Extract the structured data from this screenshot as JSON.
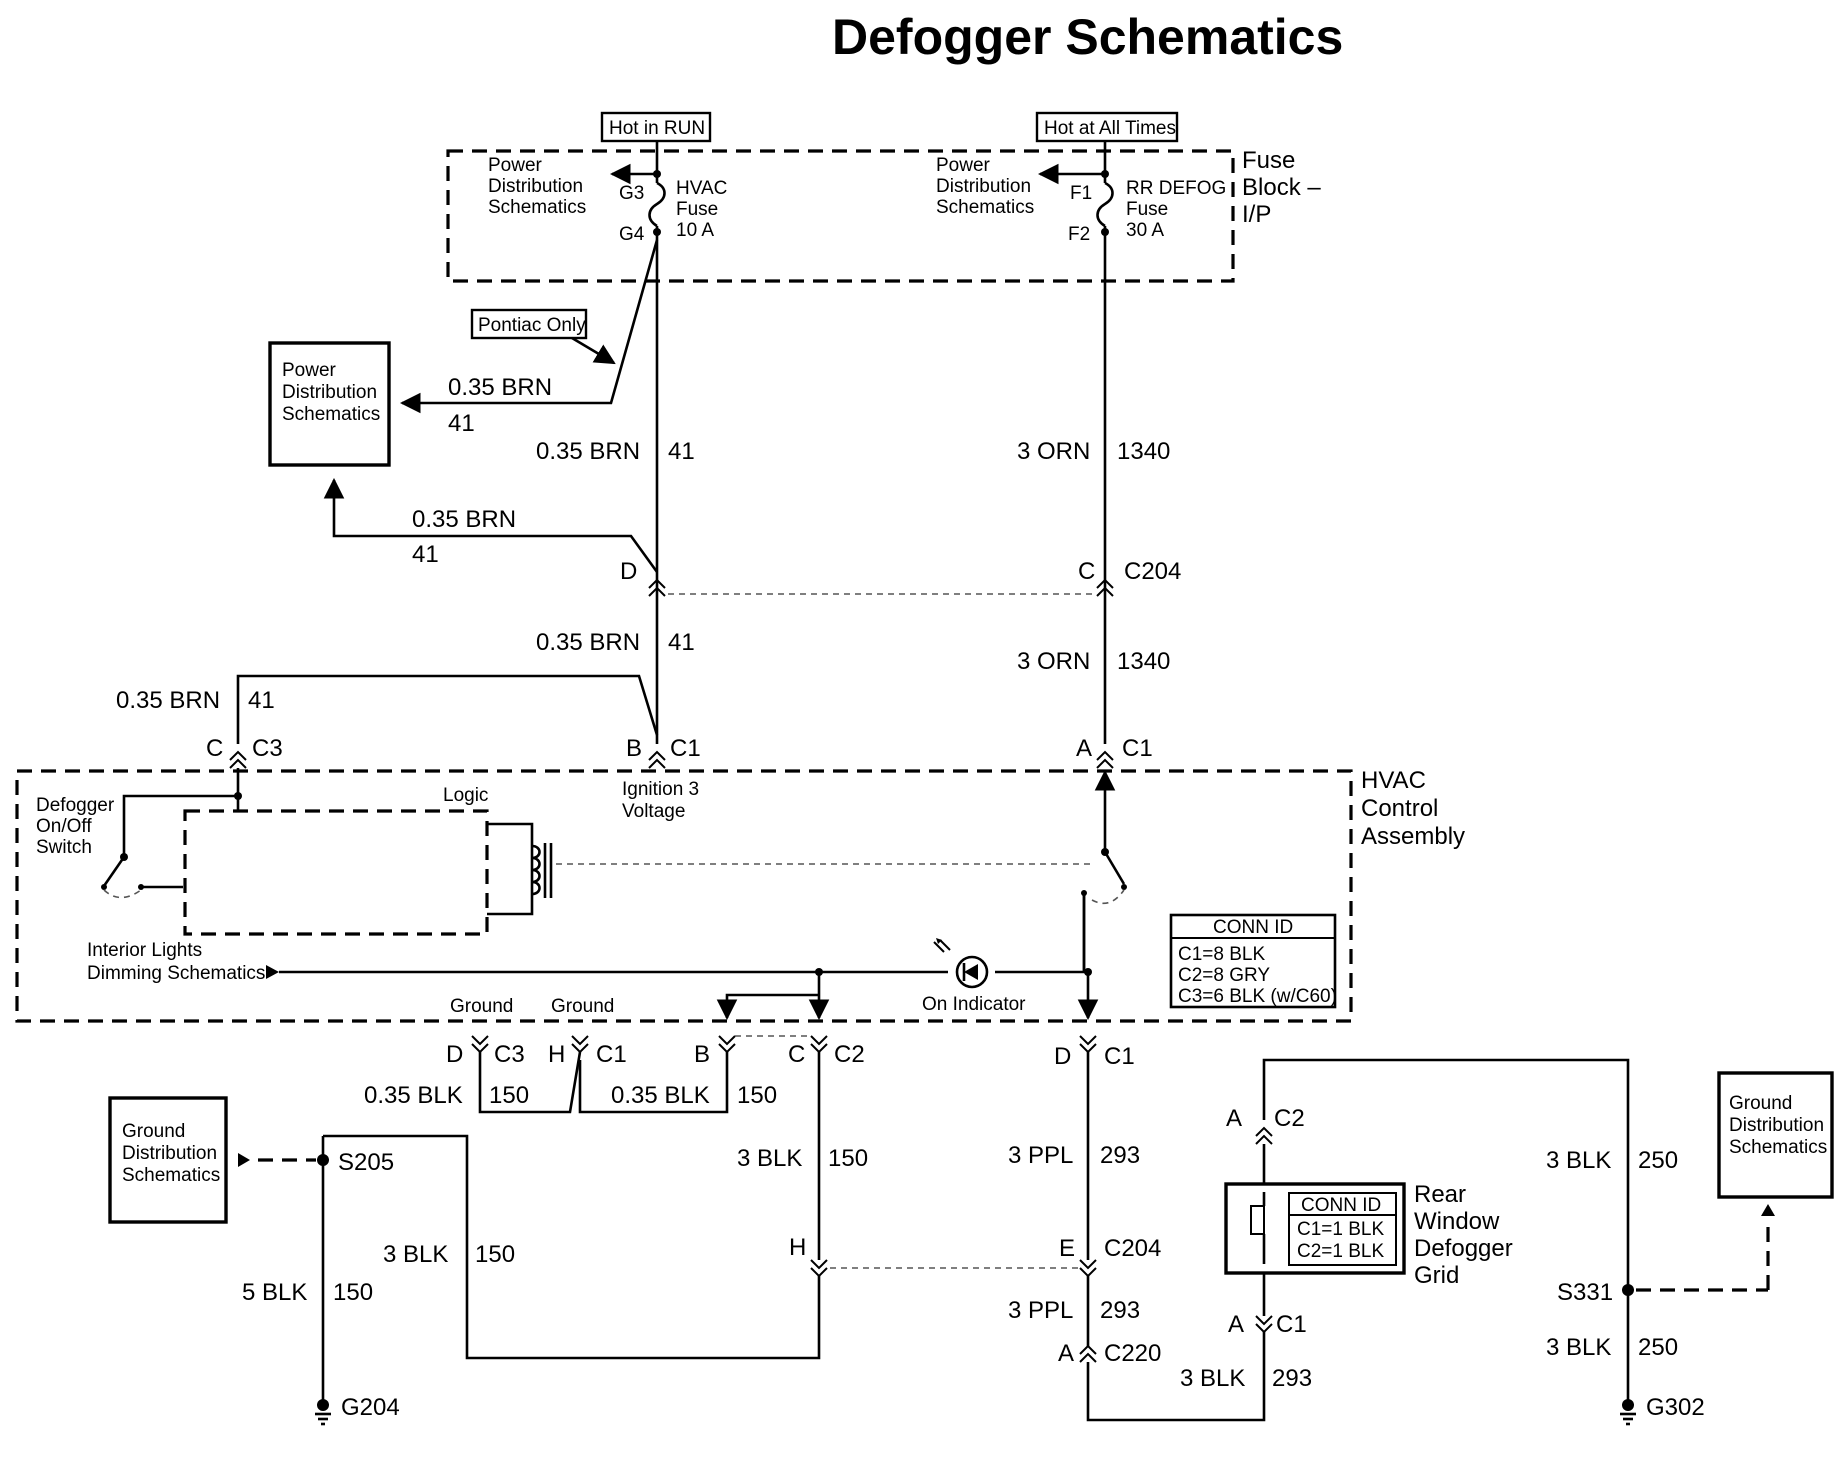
{
  "title": "Defogger Schematics",
  "top_labels": {
    "hot_in_run": "Hot in RUN",
    "hot_at_all_times": "Hot at All Times",
    "pontiac_only": "Pontiac Only"
  },
  "fuse_block": {
    "label": [
      "Fuse",
      "Block –",
      "I/P"
    ],
    "left_fuse": {
      "pds": [
        "Power",
        "Distribution",
        "Schematics"
      ],
      "pin_top": "G3",
      "pin_bottom": "G4",
      "name": [
        "HVAC",
        "Fuse",
        "10 A"
      ]
    },
    "right_fuse": {
      "pds": [
        "Power",
        "Distribution",
        "Schematics"
      ],
      "pin_top": "F1",
      "pin_bottom": "F2",
      "name": [
        "RR DEFOG",
        "Fuse",
        "30 A"
      ]
    }
  },
  "pds_box": [
    "Power",
    "Distribution",
    "Schematics"
  ],
  "wires": {
    "brn_gauge": "0.35 BRN",
    "brn_circuit": "41",
    "orn_gauge": "3 ORN",
    "orn_circuit": "1340",
    "blk035_gauge": "0.35 BLK",
    "blk_circuit_150": "150",
    "blk3_gauge": "3 BLK",
    "blk5_gauge": "5 BLK",
    "ppl_gauge": "3 PPL",
    "ppl_circuit": "293",
    "circuit_250": "250",
    "circuit_293": "293"
  },
  "connectors": {
    "c204": "C204",
    "c1": "C1",
    "c2": "C2",
    "c3": "C3",
    "c220": "C220",
    "pin_a": "A",
    "pin_b": "B",
    "pin_c": "C",
    "pin_d": "D",
    "pin_e": "E",
    "pin_h": "H"
  },
  "hvac": {
    "label": [
      "HVAC",
      "Control",
      "Assembly"
    ],
    "defogger_switch": [
      "Defogger",
      "On/Off",
      "Switch"
    ],
    "logic": "Logic",
    "ignition": [
      "Ignition 3",
      "Voltage"
    ],
    "interior_lights": [
      "Interior Lights",
      "Dimming Schematics"
    ],
    "on_indicator": "On Indicator",
    "ground": "Ground",
    "conn_id_title": "CONN ID",
    "conn_id_rows": [
      "C1=8 BLK",
      "C2=8 GRY",
      "C3=6 BLK (w/C60)"
    ]
  },
  "grid": {
    "label": [
      "Rear",
      "Window",
      "Defogger",
      "Grid"
    ],
    "conn_id_title": "CONN ID",
    "conn_id_rows": [
      "C1=1 BLK",
      "C2=1 BLK"
    ]
  },
  "ground_left": {
    "box": [
      "Ground",
      "Distribution",
      "Schematics"
    ],
    "splice": "S205",
    "ground": "G204"
  },
  "ground_right": {
    "box": [
      "Ground",
      "Distribution",
      "Schematics"
    ],
    "splice": "S331",
    "ground": "G302"
  }
}
